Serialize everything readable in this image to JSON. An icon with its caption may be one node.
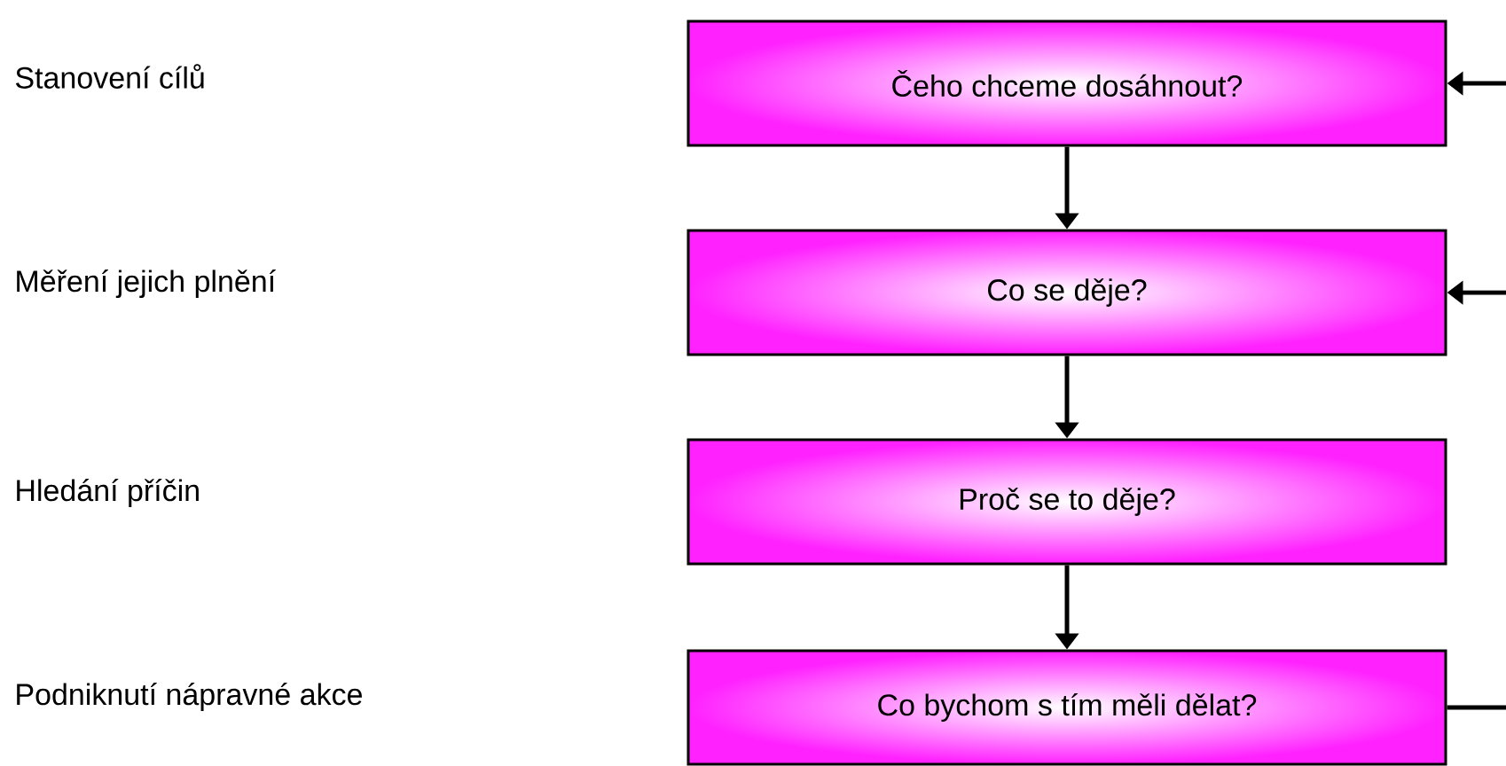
{
  "diagram": {
    "nodes": [
      {
        "text": [
          "Čeho chceme dosáhnout?"
        ]
      },
      {
        "text": [
          "Co se děje?"
        ]
      },
      {
        "text": [
          "Proč se to děje?"
        ]
      },
      {
        "text": [
          "Co bychom s tím měli dělat?"
        ]
      }
    ],
    "edges": [
      {
        "from": 0,
        "to": 1,
        "arrow": "to"
      },
      {
        "from": 1,
        "to": 2,
        "arrow": "to"
      },
      {
        "from": 2,
        "to": 3,
        "arrow": "to"
      },
      {
        "from": null,
        "to": 0,
        "arrow": "to"
      },
      {
        "from": null,
        "to": 1,
        "arrow": "to"
      },
      {
        "from": 3,
        "to": null,
        "arrow": "none"
      }
    ],
    "labels": [
      "Stanovení cílů",
      "Měření jejich plnění",
      "Hledání příčin",
      "Podniknutí nápravné akce"
    ]
  }
}
